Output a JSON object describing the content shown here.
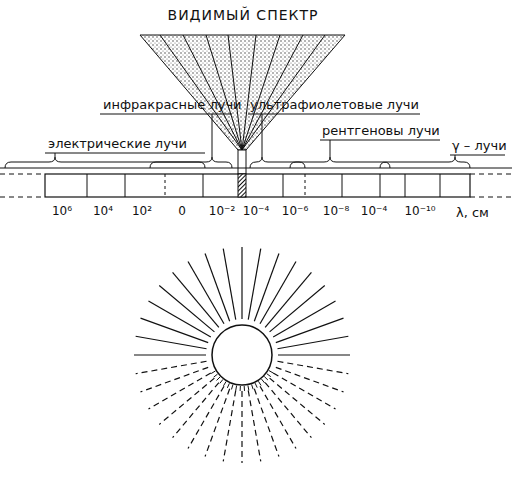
{
  "diagram": {
    "title": "ВИДИМЫЙ СПЕКТР",
    "labels": [
      "инфракрасные лучи",
      "электрические лучи",
      "ультрафиолетовые лучи",
      "рентгеновы лучи",
      "γ – лучи",
      "10⁶",
      "10⁴",
      "10²",
      "0",
      "10⁻²",
      "10⁻⁴",
      "10⁻⁶",
      "10⁻⁸",
      "10⁻⁴",
      "10⁻¹⁰",
      "λ, см"
    ]
  }
}
